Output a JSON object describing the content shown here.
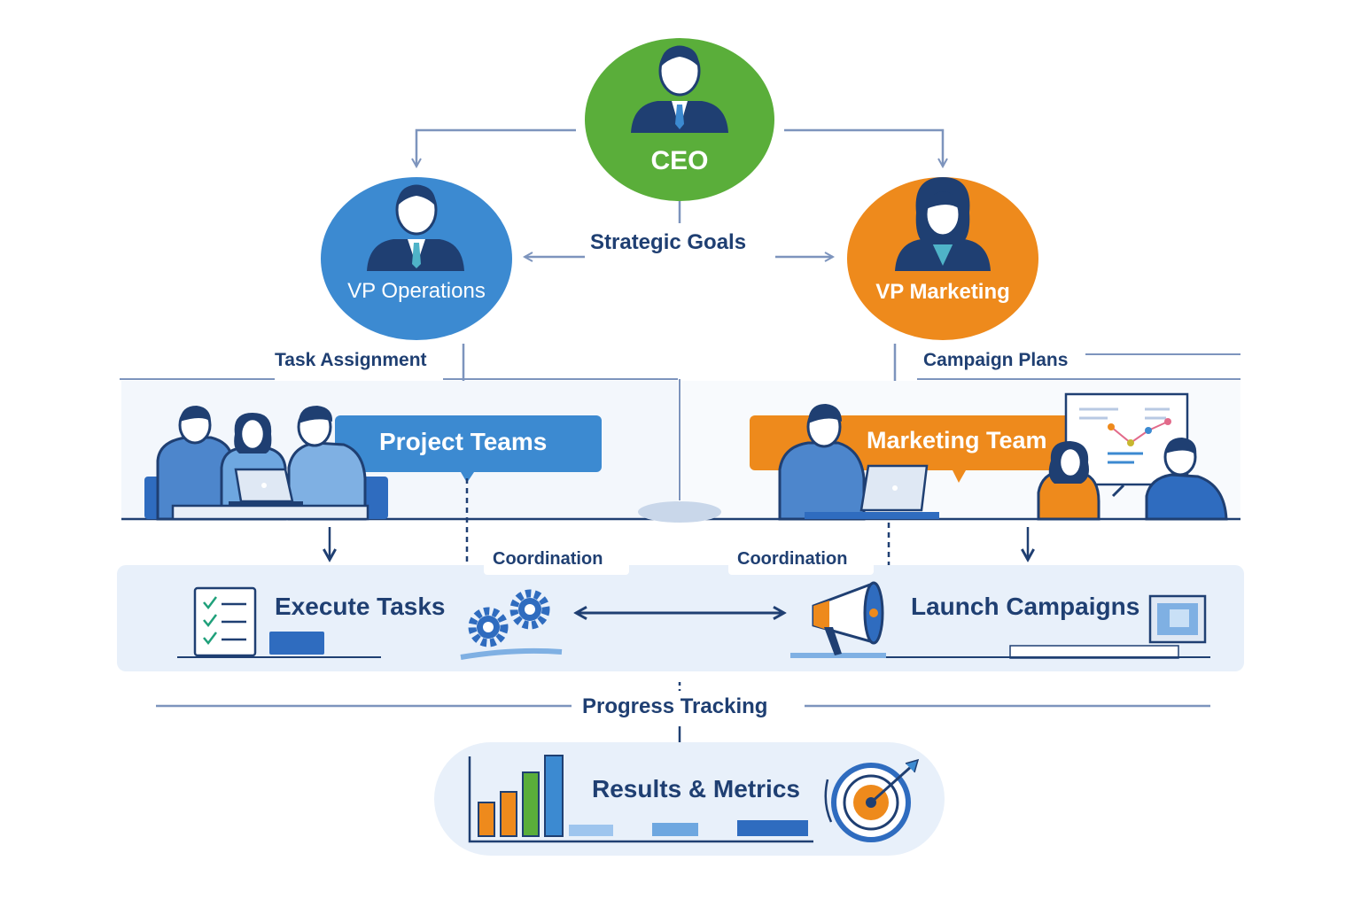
{
  "colors": {
    "ceo": "#5aae3a",
    "operations": "#3c8ad1",
    "marketing": "#ee8a1c",
    "navy": "#1f3f72",
    "connector": "#7d94bd",
    "panel": "#e8f0fa"
  },
  "nodes": {
    "ceo": "CEO",
    "vp_operations": "VP Operations",
    "vp_marketing": "VP Marketing"
  },
  "flow_labels": {
    "strategic_goals": "Strategic Goals",
    "task_assignment": "Task Assignment",
    "campaign_plans": "Campaign Plans",
    "coordination_left": "Coordination",
    "coordination_right": "Coordination",
    "progress_tracking": "Progress Tracking"
  },
  "teams": {
    "project_teams": "Project Teams",
    "marketing_team": "Marketing Team"
  },
  "actions": {
    "execute_tasks": "Execute Tasks",
    "launch_campaigns": "Launch Campaigns"
  },
  "results": {
    "label": "Results & Metrics"
  },
  "icons": [
    "person-icon",
    "team-meeting-icon",
    "laptop-icon",
    "presentation-board-icon",
    "checklist-icon",
    "gears-icon",
    "megaphone-icon",
    "bar-chart-icon",
    "target-icon"
  ]
}
